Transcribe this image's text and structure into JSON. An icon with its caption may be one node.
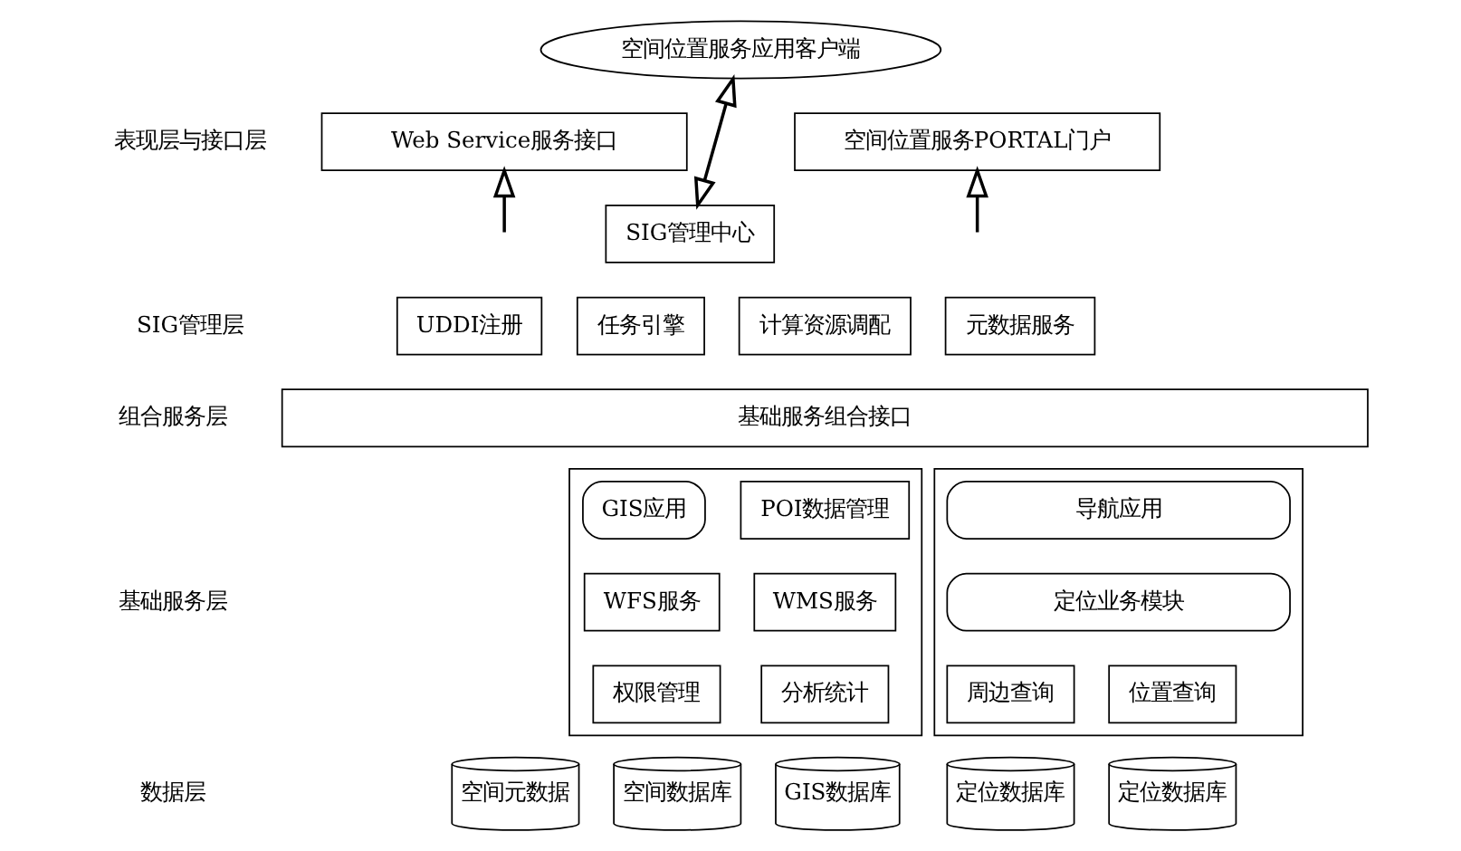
{
  "diagram": {
    "nodes": [
      {
        "text": [
          "空间位置服务应用客户端"
        ]
      },
      {
        "text": [
          "Web Service服务接口"
        ]
      },
      {
        "text": [
          "空间位置服务PORTAL门户"
        ]
      },
      {
        "text": [
          "SIG管理中心"
        ]
      },
      {
        "text": [
          "UDDI注册"
        ]
      },
      {
        "text": [
          "任务引擎"
        ]
      },
      {
        "text": [
          "计算资源调配"
        ]
      },
      {
        "text": [
          "元数据服务"
        ]
      },
      {
        "text": [
          "基础服务组合接口"
        ]
      },
      {
        "text": [],
        "shape": "box"
      },
      {
        "text": [
          "GIS应用"
        ],
        "in": 9
      },
      {
        "text": [
          "POI数据管理"
        ],
        "in": 9
      },
      {
        "text": [
          "WFS服务"
        ],
        "in": 9
      },
      {
        "text": [
          "WMS服务"
        ],
        "in": 9
      },
      {
        "text": [
          "权限管理"
        ],
        "in": 9
      },
      {
        "text": [
          "分析统计"
        ],
        "in": 9
      },
      {
        "text": [],
        "shape": "box"
      },
      {
        "text": [
          "导航应用"
        ],
        "in": 16
      },
      {
        "text": [
          "定位业务模块"
        ],
        "in": 16
      },
      {
        "text": [
          "周边查询"
        ],
        "in": 16
      },
      {
        "text": [
          "位置查询"
        ],
        "in": 16
      },
      {
        "text": [
          "空间元数据"
        ]
      },
      {
        "text": [
          "空间数据库"
        ]
      },
      {
        "text": [
          "GIS数据库"
        ]
      },
      {
        "text": [
          "定位数据库"
        ]
      },
      {
        "text": [
          "定位数据库"
        ]
      }
    ],
    "edges": [
      {
        "from": 0,
        "to": 3,
        "arrow": "both"
      },
      {
        "from": null,
        "to": 1,
        "arrow": "to"
      },
      {
        "from": null,
        "to": 2,
        "arrow": "to"
      }
    ],
    "labels": [
      "表现层与接口层",
      "SIG管理层",
      "组合服务层",
      "基础服务层",
      "数据层"
    ]
  }
}
